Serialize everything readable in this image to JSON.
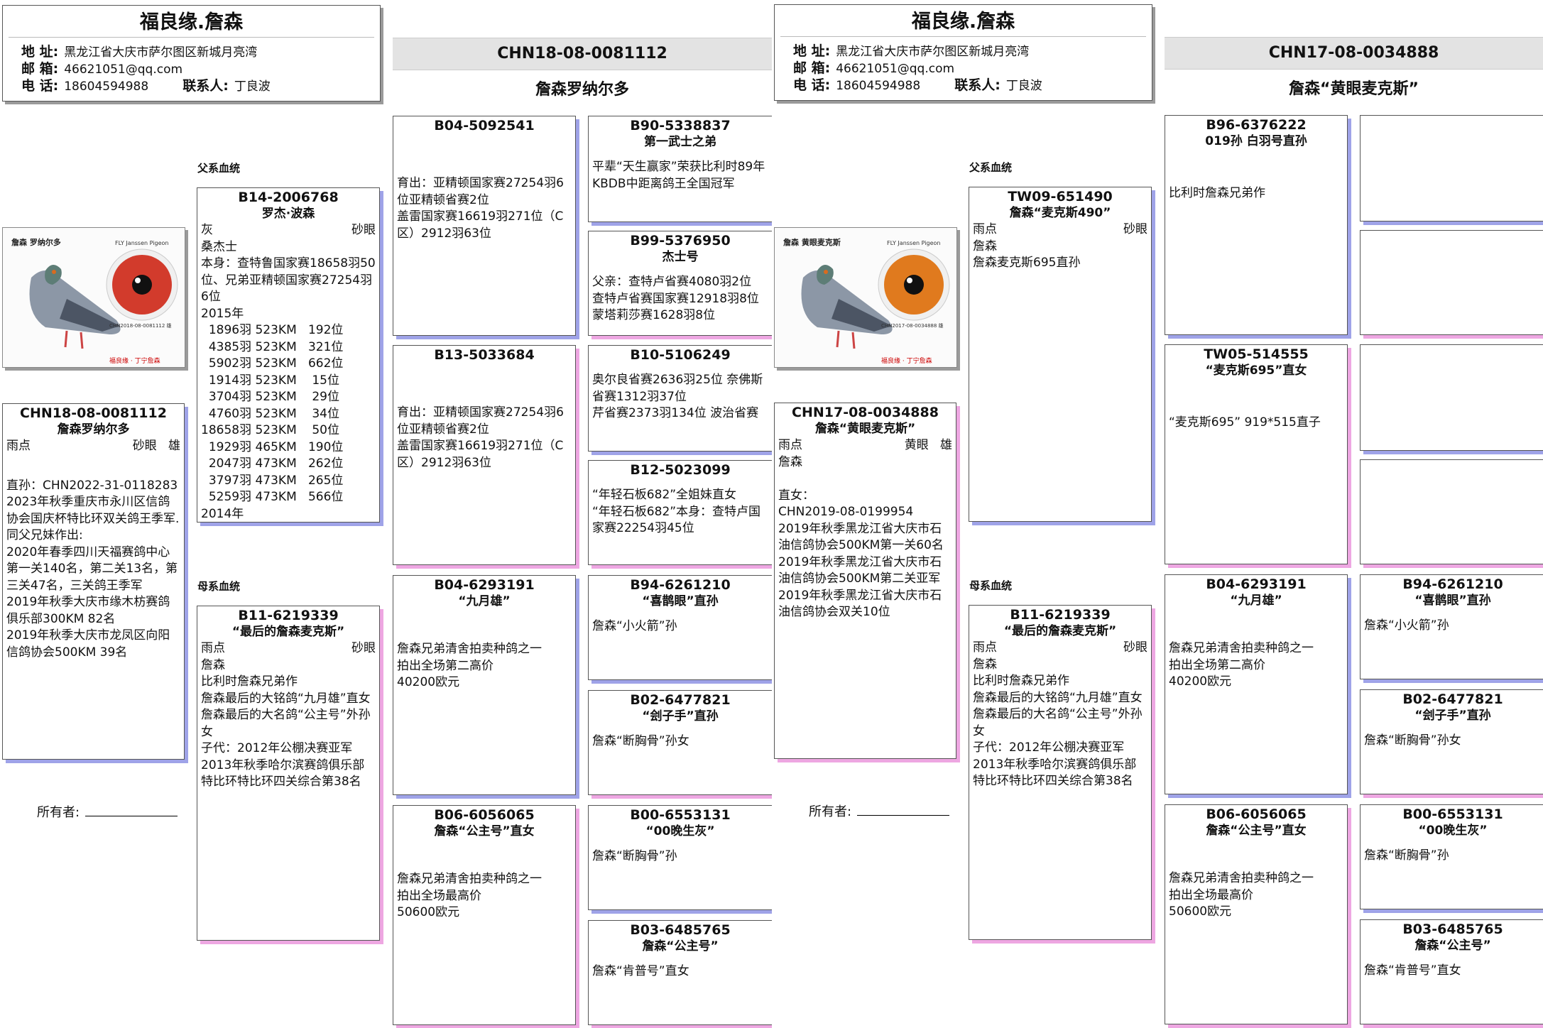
{
  "sheets": [
    {
      "header": {
        "title": "福良缘.詹森",
        "address_label": "地 址:",
        "address": "黑龙江省大庆市萨尔图区新城月亮湾",
        "email_label": "邮 箱:",
        "email": "46621051@qq.com",
        "phone_label": "电 话:",
        "phone": "18604594988",
        "contact_label": "联系人:",
        "contact": "丁良波"
      },
      "band_id": "CHN18-08-0081112",
      "band_name": "詹森罗纳尔多",
      "photo": {
        "caption": "詹森 罗纳尔多",
        "brand": "FLY Janssen Pigeon",
        "ring": "CHN2018-08-0081112 雄",
        "footer": "福良缘 · 丁宁詹森",
        "iris_color": "#d23b2c"
      },
      "subject": {
        "id": "CHN18-08-0081112",
        "name": "詹森罗纳尔多",
        "color": "雨点",
        "eye": "砂眼",
        "sex": "雄",
        "lines": "直孙：CHN2022-31-0118283\n2023年秋季重庆市永川区信鸽协会国庆杯特比环双关鸽王季军.\n同父兄妹作出:\n2020年春季四川天福赛鸽中心第一关140名，第二关13名，第三关47名，三关鸽王季军\n2019年秋季大庆市缘木枋赛鸽俱乐部300KM 82名\n2019年秋季大庆市龙凤区向阳信鸽协会500KM 39名"
      },
      "sire_label": "父系血统",
      "dam_label": "母系血统",
      "owner_label": "所有者:",
      "sire": {
        "id": "B14-2006768",
        "name": "罗杰·波森",
        "color": "灰",
        "eye": "砂眼",
        "lines": "桑杰士\n本身：查特鲁国家赛18658羽50位、兄弟亚精顿国家赛27254羽6位\n2015年\n  1896羽 523KM   192位\n  4385羽 523KM   321位\n  5902羽 523KM   662位\n  1914羽 523KM    15位\n  3704羽 523KM    29位\n  4760羽 523KM    34位\n18658羽 523KM    50位\n  1929羽 465KM   190位\n  2047羽 473KM   262位\n  3797羽 473KM   265位\n  5259羽 473KM   566位\n2014年"
      },
      "dam": {
        "id": "B11-6219339",
        "name": "“最后的詹森麦克斯”",
        "color": "雨点",
        "eye": "砂眼",
        "lines": "詹森\n比利时詹森兄弟作\n詹森最后的大铭鸽“九月雄”直女\n詹森最后的大名鸽“公主号”外孙女\n子代：2012年公棚决赛亚军\n2013年秋季哈尔滨赛鸽俱乐部特比环特比环四关综合第38名"
      },
      "gp": [
        {
          "id": "B04-5092541",
          "name": "",
          "lines": "育出：亚精顿国家赛27254羽6位亚精顿省赛2位\n盖雷国家赛16619羽271位（C区）2912羽63位"
        },
        {
          "id": "B13-5033684",
          "name": "",
          "lines": "育出：亚精顿国家赛27254羽6位亚精顿省赛2位\n盖雷国家赛16619羽271位（C区）2912羽63位"
        },
        {
          "id": "B04-6293191",
          "name": "“九月雄”",
          "lines": "詹森兄弟清舍拍卖种鸽之一\n拍出全场第二高价\n40200欧元"
        },
        {
          "id": "B06-6056065",
          "name": "詹森“公主号”直女",
          "lines": "詹森兄弟清舍拍卖种鸽之一\n拍出全场最高价\n50600欧元"
        }
      ],
      "ggp": [
        {
          "id": "B90-5338837",
          "name": "第一武士之弟",
          "lines": "平辈“天生赢家”荣获比利时89年KBDB中距离鸽王全国冠军"
        },
        {
          "id": "B99-5376950",
          "name": "杰士号",
          "lines": "父亲：查特卢省赛4080羽2位\n查特卢省赛国家赛12918羽8位\n蒙塔莉莎赛1628羽8位"
        },
        {
          "id": "B10-5106249",
          "name": "",
          "lines": "奥尔良省赛2636羽25位 奈佛斯省赛1312羽37位\n芹省赛2373羽134位 波治省赛"
        },
        {
          "id": "B12-5023099",
          "name": "",
          "lines": "“年轻石板682”全姐妹直女\n“年轻石板682”本身：查特卢国家赛22254羽45位"
        },
        {
          "id": "B94-6261210",
          "name": "“喜鹊眼”直孙",
          "lines": "詹森“小火箭”孙"
        },
        {
          "id": "B02-6477821",
          "name": "“刽子手”直孙",
          "lines": "詹森“断胸骨”孙女"
        },
        {
          "id": "B00-6553131",
          "name": "“00晚生灰”",
          "lines": "詹森“断胸骨”孙"
        },
        {
          "id": "B03-6485765",
          "name": "詹森“公主号”",
          "lines": "詹森“肯普号”直女"
        }
      ]
    },
    {
      "header": {
        "title": "福良缘.詹森",
        "address_label": "地 址:",
        "address": "黑龙江省大庆市萨尔图区新城月亮湾",
        "email_label": "邮 箱:",
        "email": "46621051@qq.com",
        "phone_label": "电 话:",
        "phone": "18604594988",
        "contact_label": "联系人:",
        "contact": "丁良波"
      },
      "band_id": "CHN17-08-0034888",
      "band_name": "詹森“黄眼麦克斯”",
      "photo": {
        "caption": "詹森 黄眼麦克斯",
        "brand": "FLY Janssen Pigeon",
        "ring": "CHN2017-08-0034888 雄",
        "footer": "福良缘 · 丁宁詹森",
        "iris_color": "#e07a1e"
      },
      "subject": {
        "id": "CHN17-08-0034888",
        "name": "詹森“黄眼麦克斯”",
        "color": "雨点",
        "eye": "黄眼",
        "sex": "雄",
        "lines": "詹森\n\n直女：\nCHN2019-08-0199954\n2019年秋季黑龙江省大庆市石油信鸽协会500KM第一关60名\n2019年秋季黑龙江省大庆市石油信鸽协会500KM第二关亚军\n2019年秋季黑龙江省大庆市石油信鸽协会双关10位"
      },
      "sire_label": "父系血统",
      "dam_label": "母系血统",
      "owner_label": "所有者:",
      "sire": {
        "id": "TW09-651490",
        "name": "詹森“麦克斯490”",
        "color": "雨点",
        "eye": "砂眼",
        "lines": "詹森\n詹森麦克斯695直孙"
      },
      "dam": {
        "id": "B11-6219339",
        "name": "“最后的詹森麦克斯”",
        "color": "雨点",
        "eye": "砂眼",
        "lines": "詹森\n比利时詹森兄弟作\n詹森最后的大铭鸽“九月雄”直女\n詹森最后的大名鸽“公主号”外孙女\n子代：2012年公棚决赛亚军\n2013年秋季哈尔滨赛鸽俱乐部特比环特比环四关综合第38名"
      },
      "gp": [
        {
          "id": "B96-6376222",
          "name": "019孙 白羽号直孙",
          "lines": "比利时詹森兄弟作"
        },
        {
          "id": "TW05-514555",
          "name": "“麦克斯695”直女",
          "lines": "“麦克斯695” 919*515直子"
        },
        {
          "id": "B04-6293191",
          "name": "“九月雄”",
          "lines": "詹森兄弟清舍拍卖种鸽之一\n拍出全场第二高价\n40200欧元"
        },
        {
          "id": "B06-6056065",
          "name": "詹森“公主号”直女",
          "lines": "詹森兄弟清舍拍卖种鸽之一\n拍出全场最高价\n50600欧元"
        }
      ],
      "ggp": [
        {
          "id": "",
          "name": "",
          "lines": ""
        },
        {
          "id": "",
          "name": "",
          "lines": ""
        },
        {
          "id": "",
          "name": "",
          "lines": ""
        },
        {
          "id": "",
          "name": "",
          "lines": ""
        },
        {
          "id": "B94-6261210",
          "name": "“喜鹊眼”直孙",
          "lines": "詹森“小火箭”孙"
        },
        {
          "id": "B02-6477821",
          "name": "“刽子手”直孙",
          "lines": "詹森“断胸骨”孙女"
        },
        {
          "id": "B00-6553131",
          "name": "“00晚生灰”",
          "lines": "詹森“断胸骨”孙"
        },
        {
          "id": "B03-6485765",
          "name": "詹森“公主号”",
          "lines": "詹森“肯普号”直女"
        }
      ]
    }
  ]
}
